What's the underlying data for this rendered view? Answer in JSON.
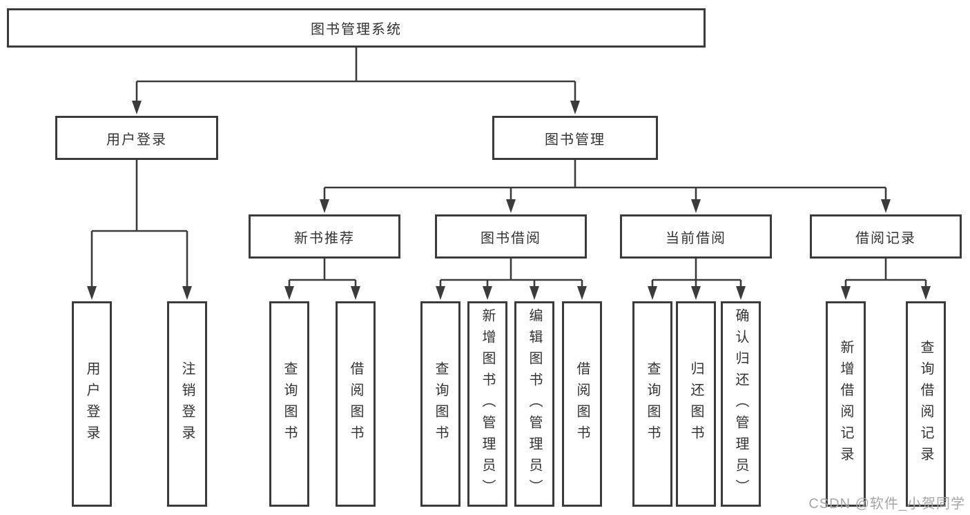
{
  "diagram_type": "functional-structure-tree",
  "colors": {
    "line": "#3b3b3b",
    "box_border": "#3b3b3b",
    "box_fill": "#ffffff",
    "text": "#333333",
    "watermark": "#a6a6a6",
    "background": "#ffffff"
  },
  "tree": {
    "label": "图书管理系统",
    "children": [
      {
        "label": "用户登录",
        "children": [
          {
            "label": "用户登录"
          },
          {
            "label": "注销登录"
          }
        ]
      },
      {
        "label": "图书管理",
        "children": [
          {
            "label": "新书推荐",
            "children": [
              {
                "label": "查询图书"
              },
              {
                "label": "借阅图书"
              }
            ]
          },
          {
            "label": "图书借阅",
            "children": [
              {
                "label": "查询图书"
              },
              {
                "label": "新增图书（管理员）"
              },
              {
                "label": "编辑图书（管理员）"
              },
              {
                "label": "借阅图书"
              }
            ]
          },
          {
            "label": "当前借阅",
            "children": [
              {
                "label": "查询图书"
              },
              {
                "label": "归还图书"
              },
              {
                "label": "确认归还（管理员）"
              }
            ]
          },
          {
            "label": "借阅记录",
            "children": [
              {
                "label": "新增借阅记录"
              },
              {
                "label": "查询借阅记录"
              }
            ]
          }
        ]
      }
    ]
  },
  "watermark": {
    "text": "CSDN @软件_小贺同学"
  }
}
